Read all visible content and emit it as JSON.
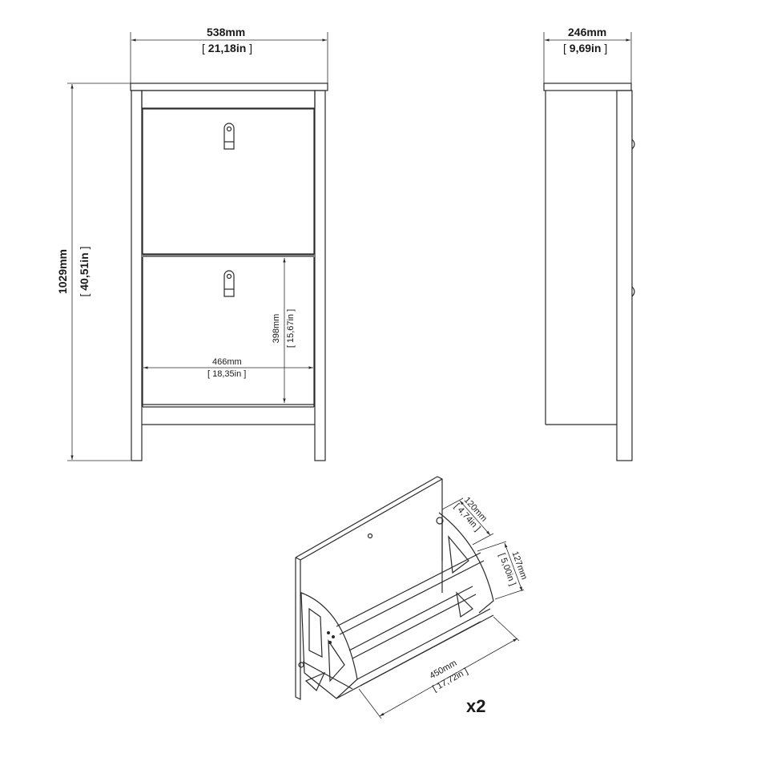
{
  "front_view": {
    "width_label": "538mm",
    "width_label_in": "21,18in",
    "height_label": "1029mm",
    "height_label_in": "40,51in",
    "inner_width_label": "466mm",
    "inner_width_label_in": "18,35in",
    "compartment_height_label": "398mm",
    "compartment_height_label_in": "15,67in"
  },
  "side_view": {
    "depth_label": "246mm",
    "depth_label_in": "9,69in"
  },
  "tilt_drawer_detail": {
    "dim_a_label": "120mm",
    "dim_a_label_in": "4,74in",
    "dim_b_label": "127mm",
    "dim_b_label_in": "5,00in",
    "length_label": "450mm",
    "length_label_in": "17,72in",
    "quantity_label": "x2"
  },
  "colors": {
    "line": "#2a2a2a",
    "background": "#ffffff"
  }
}
